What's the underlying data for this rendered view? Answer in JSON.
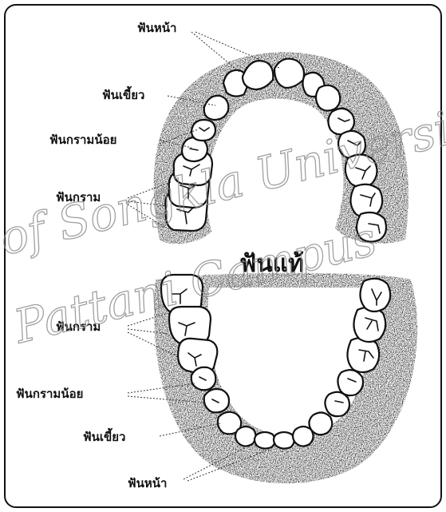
{
  "diagram": {
    "title": "ฟันแท้",
    "upper_labels": {
      "incisors": "ฟันหน้า",
      "canine": "ฟันเขี้ยว",
      "premolars": "ฟันกรามน้อย",
      "molars": "ฟันกราม"
    },
    "lower_labels": {
      "molars": "ฟันกราม",
      "premolars": "ฟันกรามน้อย",
      "canine": "ฟันเขี้ยว",
      "incisors": "ฟันหน้า"
    },
    "watermark": {
      "line1": "of Songkla University",
      "line2": "Pattani Campus"
    }
  }
}
